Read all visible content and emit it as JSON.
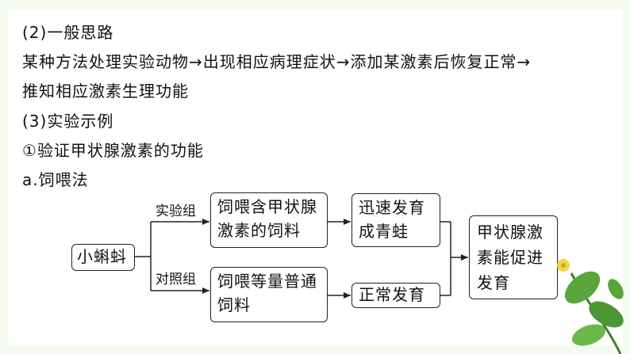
{
  "heading2": "(2)一般思路",
  "general_line1": "某种方法处理实验动物→出现相应病理症状→添加某激素后恢复正常→",
  "general_line2": "推知相应激素生理功能",
  "heading3": "(3)实验示例",
  "item1": "①验证甲状腺激素的功能",
  "method_a": "a.饲喂法",
  "diagram": {
    "start": "小蝌蚪",
    "experimental_label": "实验组",
    "control_label": "对照组",
    "experimental_treatment": "饲喂含甲状腺激素的饲料",
    "control_treatment": "饲喂等量普通饲料",
    "experimental_result": "迅速发育成青蛙",
    "control_result": "正常发育",
    "conclusion": "甲状腺激素能促进发育"
  },
  "colors": {
    "leaf_green": "#5aa63c",
    "leaf_dark": "#3f7f2a",
    "flower": "#f2d648"
  }
}
